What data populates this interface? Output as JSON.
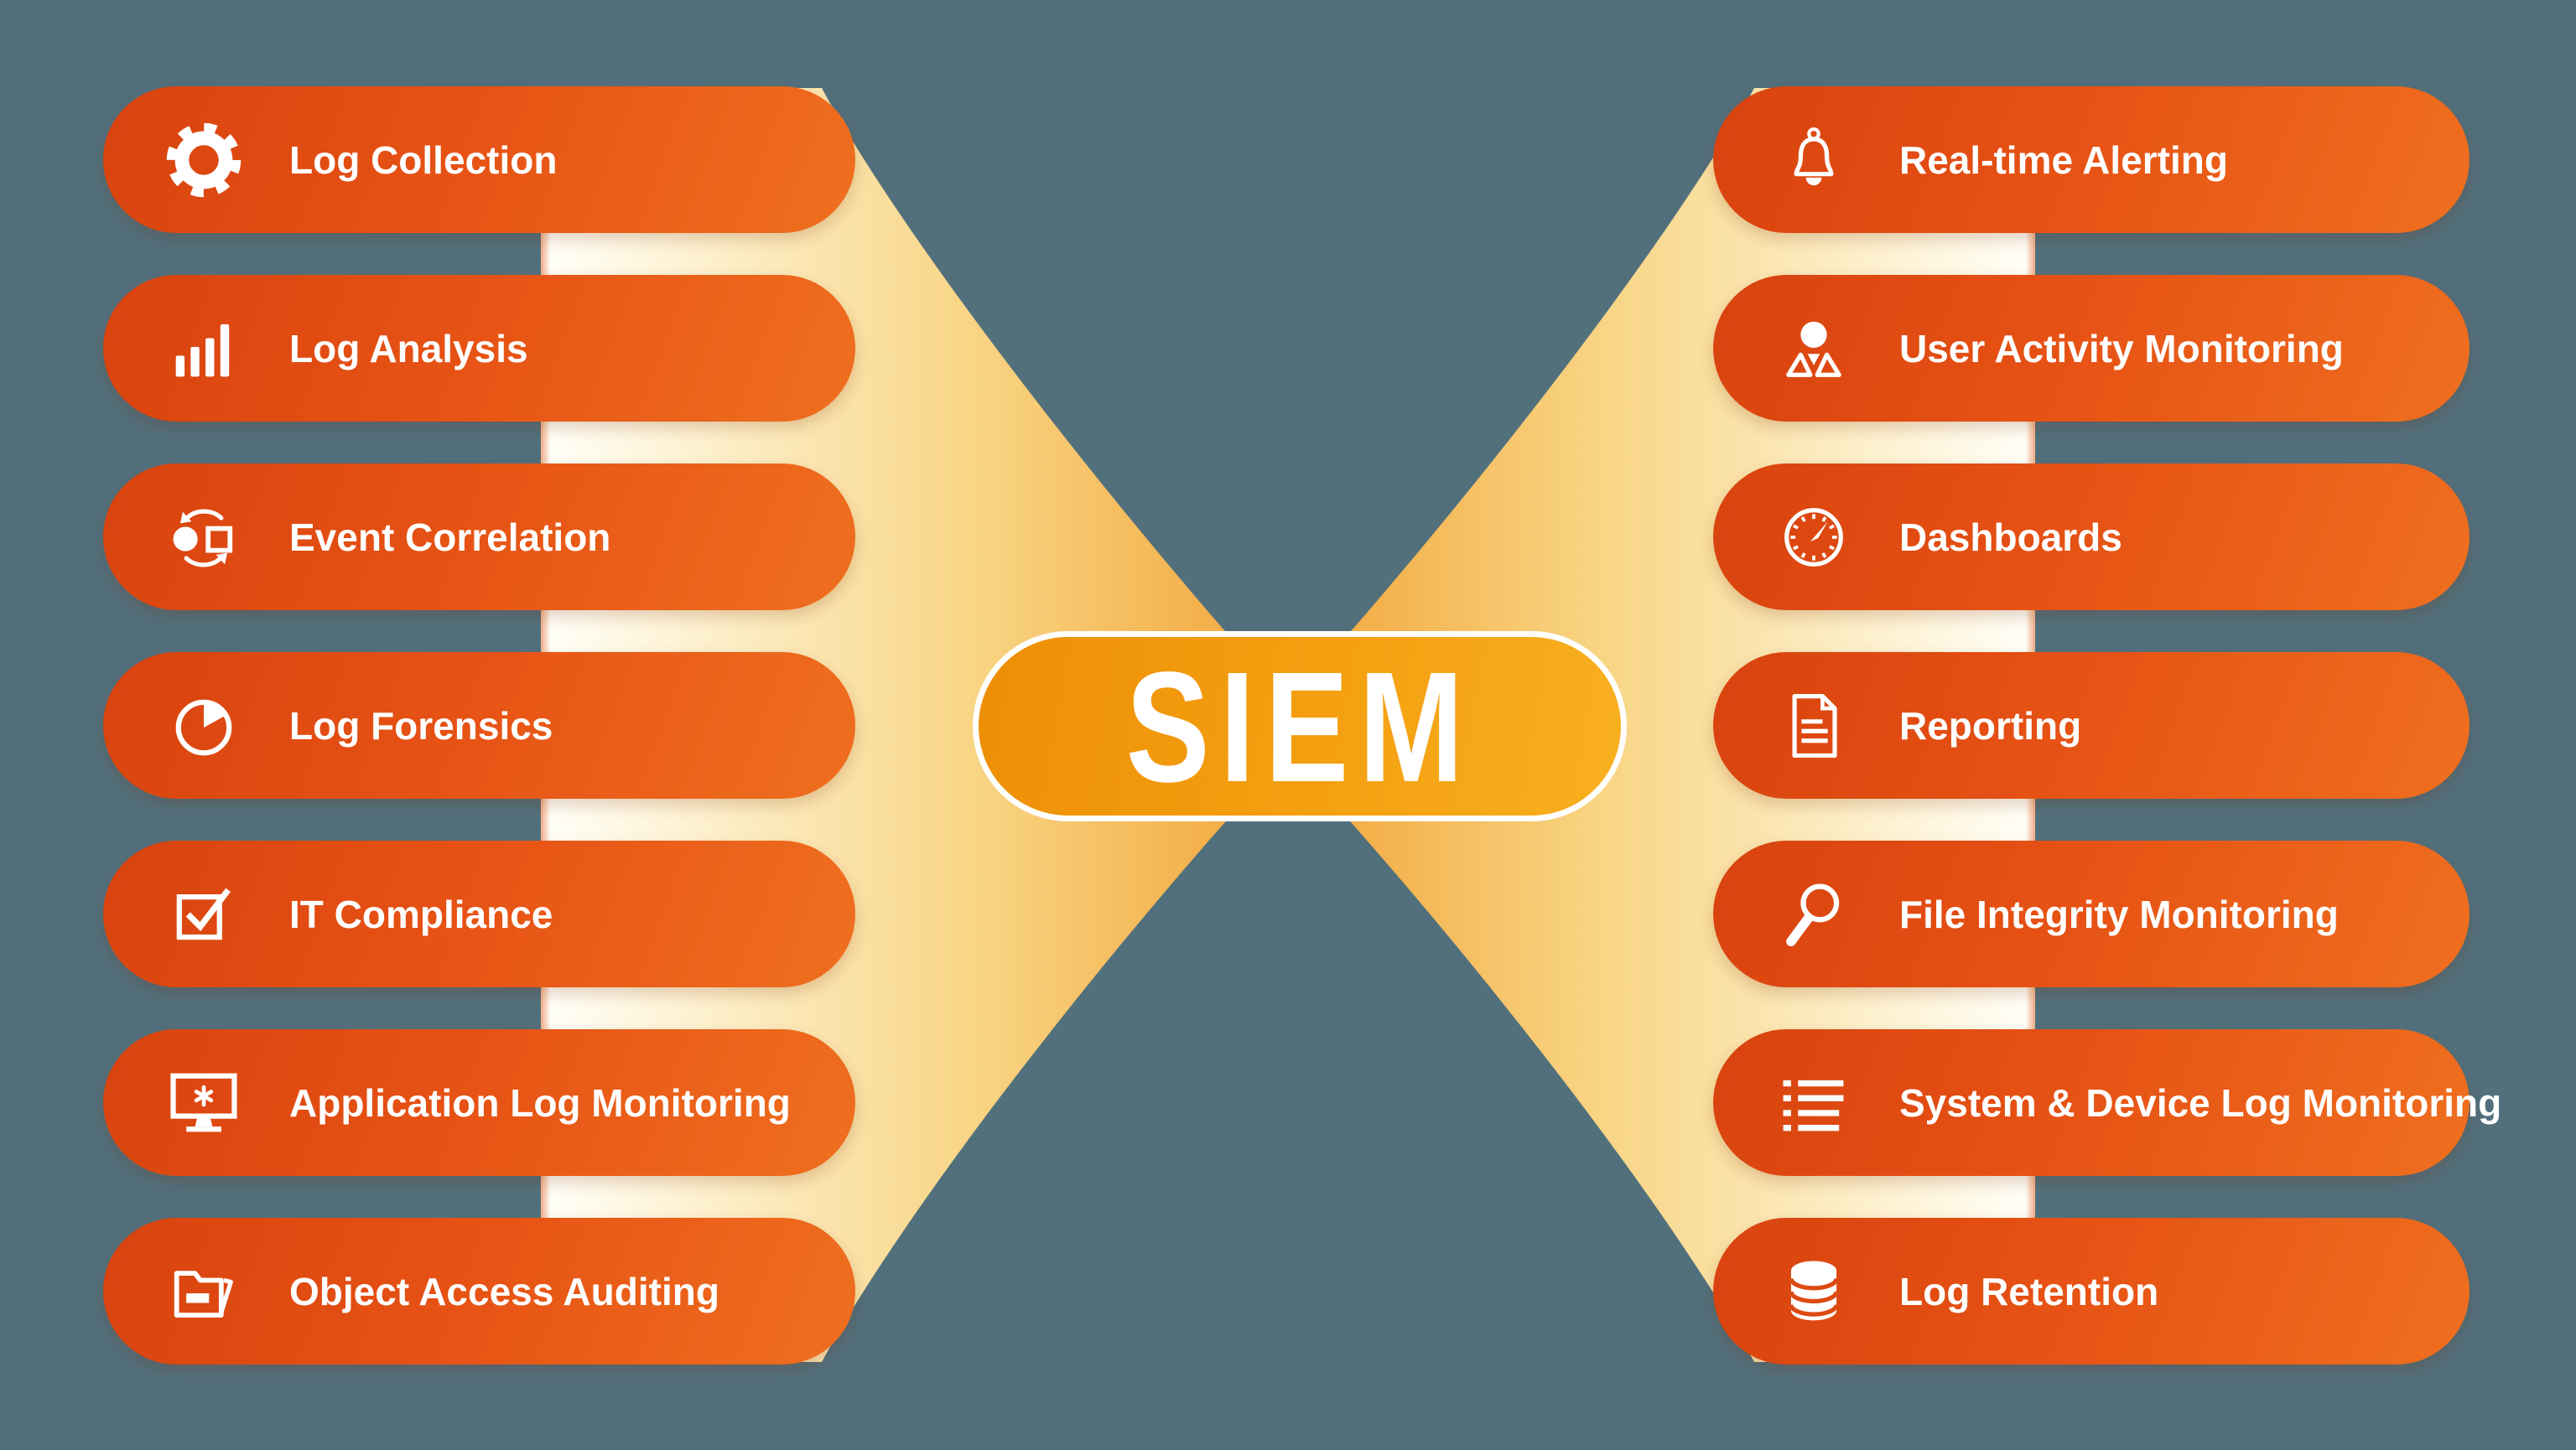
{
  "diagram": {
    "center": {
      "label": "SIEM"
    },
    "left_features": [
      {
        "label": "Log Collection",
        "icon": "gear-icon"
      },
      {
        "label": "Log Analysis",
        "icon": "bar-chart-icon"
      },
      {
        "label": "Event Correlation",
        "icon": "sync-icon"
      },
      {
        "label": "Log Forensics",
        "icon": "pie-chart-icon"
      },
      {
        "label": "IT Compliance",
        "icon": "checkbox-icon"
      },
      {
        "label": "Application Log Monitoring",
        "icon": "monitor-icon"
      },
      {
        "label": "Object Access Auditing",
        "icon": "folder-icon"
      }
    ],
    "right_features": [
      {
        "label": "Real-time Alerting",
        "icon": "bell-icon"
      },
      {
        "label": "User Activity Monitoring",
        "icon": "user-icon"
      },
      {
        "label": "Dashboards",
        "icon": "gauge-icon"
      },
      {
        "label": "Reporting",
        "icon": "document-icon"
      },
      {
        "label": "File Integrity Monitoring",
        "icon": "magnifier-icon"
      },
      {
        "label": "System & Device Log Monitoring",
        "icon": "list-icon"
      },
      {
        "label": "Log Retention",
        "icon": "database-icon"
      }
    ],
    "colors": {
      "background": "#52707c",
      "pill_dark": "#d8430f",
      "pill_bright": "#ef6f1f",
      "siem_start": "#ee8f06",
      "siem_end": "#f8b01f",
      "funnel_cream": "#fffef7",
      "funnel_amber": "#f2a437",
      "text": "#ffffff"
    }
  }
}
